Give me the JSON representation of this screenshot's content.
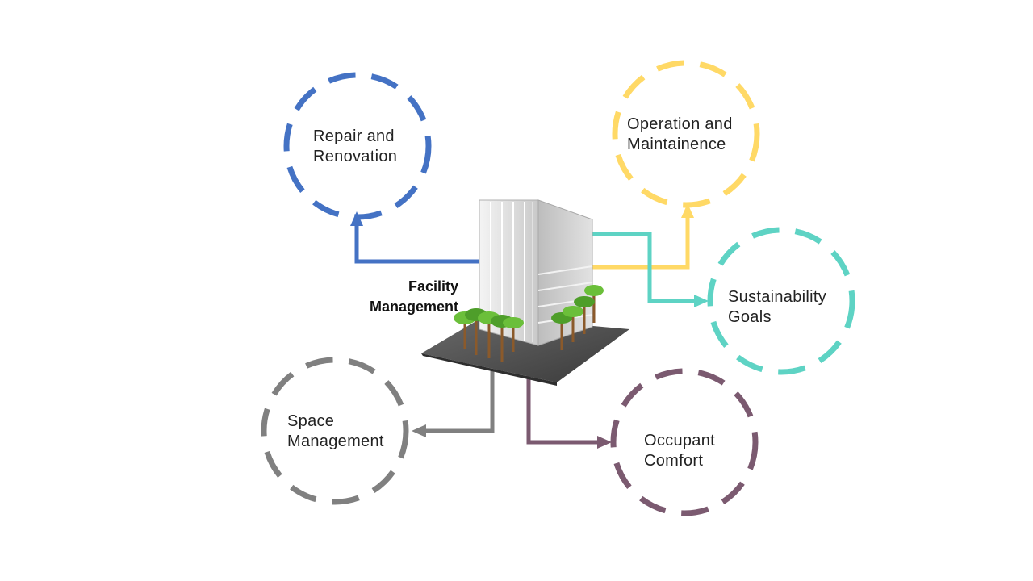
{
  "diagram": {
    "center": {
      "label_line1": "Facility",
      "label_line2": "Management"
    },
    "nodes": [
      {
        "id": "repair",
        "line1": "Repair and",
        "line2": "Renovation",
        "color": "#4472C4"
      },
      {
        "id": "operation",
        "line1": "Operation and",
        "line2": "Maintainence",
        "color": "#FFD966"
      },
      {
        "id": "sustainability",
        "line1": "Sustainability",
        "line2": "Goals",
        "color": "#5ED3C4"
      },
      {
        "id": "space",
        "line1": "Space",
        "line2": "Management",
        "color": "#808080"
      },
      {
        "id": "occupant",
        "line1": "Occupant",
        "line2": "Comfort",
        "color": "#7B5A70"
      }
    ]
  }
}
